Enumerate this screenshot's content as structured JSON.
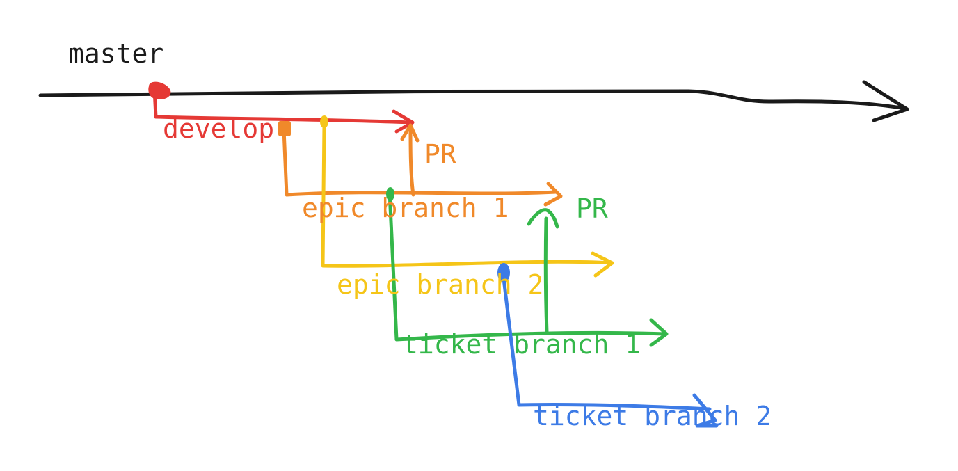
{
  "colors": {
    "master": "#1a1a1a",
    "develop": "#e53935",
    "epic_branch_1": "#f0892a",
    "epic_branch_2": "#f5c518",
    "ticket_branch_1": "#34b74a",
    "ticket_branch_2": "#3d7be6"
  },
  "branches": {
    "master": "master",
    "develop": "develop",
    "epic_branch_1": "epic branch 1",
    "epic_branch_2": "epic branch 2",
    "ticket_branch_1": "ticket branch 1",
    "ticket_branch_2": "ticket branch 2"
  },
  "pull_requests": {
    "epic_to_develop": "PR",
    "ticket_to_epic": "PR"
  }
}
